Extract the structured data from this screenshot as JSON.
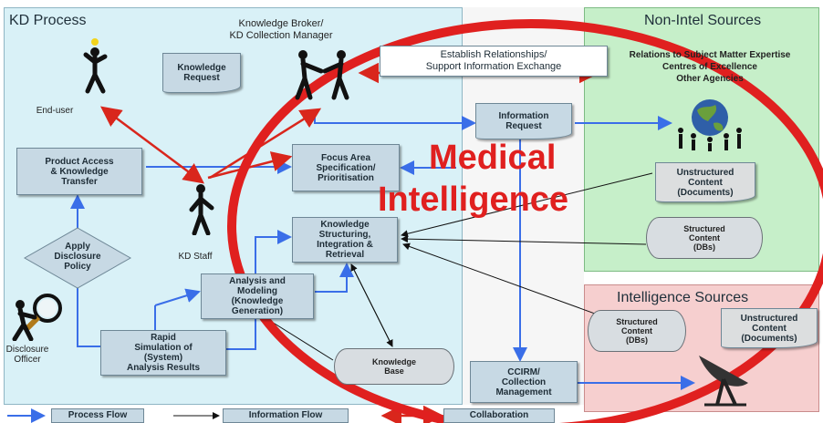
{
  "panels": {
    "kd_process": "KD Process",
    "non_intel": "Non-Intel Sources",
    "intel": "Intelligence Sources"
  },
  "actors": {
    "broker": "Knowledge Broker/\nKD Collection Manager",
    "end_user": "End-user",
    "kd_staff": "KD Staff",
    "disclosure_officer": "Disclosure\nOfficer"
  },
  "boxes": {
    "knowledge_request": "Knowledge\nRequest",
    "establish": "Establish Relationships/\nSupport Information Exchange",
    "information_request": "Information\nRequest",
    "product_access": "Product Access\n& Knowledge\nTransfer",
    "focus_area": "Focus Area\nSpecification/\nPrioritisation",
    "knowledge_structuring": "Knowledge\nStructuring,\nIntegration &\nRetrieval",
    "apply_disclosure": "Apply\nDisclosure\nPolicy",
    "analysis_modeling": "Analysis and\nModeling\n(Knowledge\nGeneration)",
    "rapid_simulation": "Rapid\nSimulation of\n(System)\nAnalysis Results",
    "knowledge_base": "Knowledge\nBase",
    "ccirm": "CCIRM/\nCollection\nManagement"
  },
  "sources": {
    "non_intel_list": "Relations to Subject Matter Expertise\nCentres of Excellence\nOther Agencies",
    "unstructured_docs": "Unstructured\nContent\n(Documents)",
    "structured_dbs": "Structured\nContent\n(DBs)",
    "intel_structured": "Structured\nContent\n(DBs)",
    "intel_unstructured": "Unstructured\nContent\n(Documents)"
  },
  "overlay": {
    "line1": "Medical",
    "line2": "Intelligence"
  },
  "legend": {
    "process_flow": "Process Flow",
    "information_flow": "Information Flow",
    "collaboration": "Collaboration"
  },
  "colors": {
    "kd_panel": "#d9f1f7",
    "non_intel_panel": "#c6efc9",
    "intel_panel": "#f6cfcf",
    "process_flow": "#3a6ee8",
    "collaboration": "#d9261c",
    "overlay_red": "#e0201f"
  },
  "icons": [
    "person-lightbulb-icon",
    "handshake-icon",
    "globe-people-icon",
    "person-magnifier-icon",
    "satellite-dish-icon"
  ]
}
